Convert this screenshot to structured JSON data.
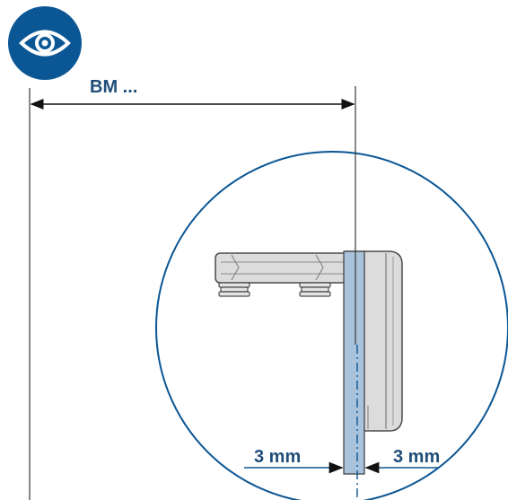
{
  "badge": {
    "icon": "eye-icon",
    "color": "#0b5694"
  },
  "labels": {
    "width_dimension": "BM ...",
    "gap_left": "3 mm",
    "gap_right": "3 mm"
  },
  "colors": {
    "accent": "#0b5694",
    "text": "#1f4e79",
    "panel_fill": "#a9c3dc",
    "hardware_fill": "#dcdcdc",
    "line": "#3a3a3a"
  }
}
